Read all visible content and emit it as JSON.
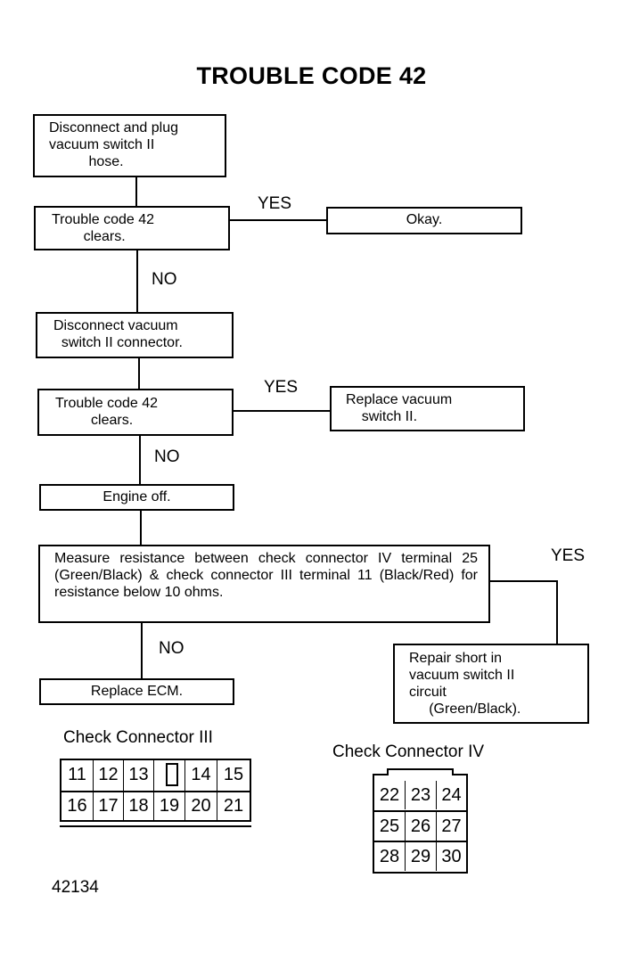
{
  "title": "TROUBLE CODE 42",
  "steps": {
    "step1": "Disconnect and plug\nvacuum switch II\n          hose.",
    "step2": "Trouble code 42\n        clears.",
    "okay": "Okay.",
    "step3": "Disconnect vacuum\n  switch II connector.",
    "step4": "Trouble code 42\n         clears.",
    "replace_switch": "Replace vacuum\n    switch II.",
    "step5": "Engine off.",
    "measure": "Measure resistance between check connector IV terminal 25 (Green/Black) & check connector III terminal 11 (Black/Red) for resistance below 10 ohms.",
    "repair": "Repair short in\nvacuum switch II\ncircuit\n     (Green/Black).",
    "replace_ecm": "Replace ECM."
  },
  "branch_labels": {
    "yes1": "YES",
    "no1": "NO",
    "yes2": "YES",
    "no2": "NO",
    "yes3": "YES",
    "no3": "NO"
  },
  "connector_iii": {
    "title": "Check Connector III",
    "top_row": [
      "11",
      "12",
      "13",
      "14",
      "15"
    ],
    "bottom_row": [
      "16",
      "17",
      "18",
      "19",
      "20",
      "21"
    ]
  },
  "connector_iv": {
    "title": "Check Connector IV",
    "rows": [
      [
        "22",
        "23",
        "24"
      ],
      [
        "25",
        "26",
        "27"
      ],
      [
        "28",
        "29",
        "30"
      ]
    ]
  },
  "figure_number": "42134"
}
